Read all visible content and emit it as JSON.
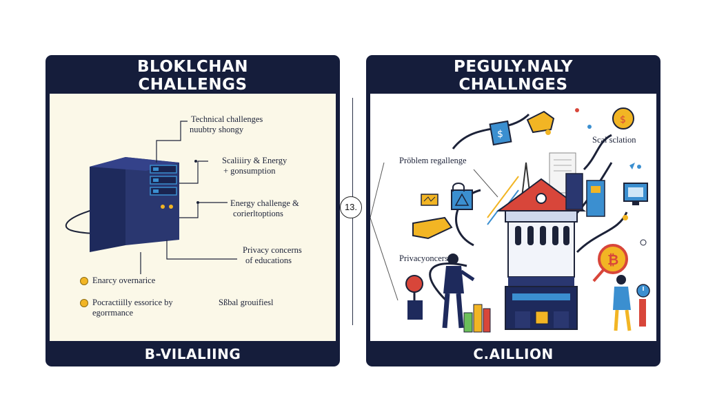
{
  "left_panel": {
    "title_line1": "BLOKLCHAN",
    "title_line2": "CHALLENGS",
    "footer": "B-VILALIING",
    "labels": {
      "technical_1": "Technical challenges",
      "technical_2": "nuubtry shongy",
      "scalability_1": "Scaliiiry & Energy",
      "scalability_2": "+ gonsumption",
      "energy_1": "Energy challenge &",
      "energy_2": "corierltoptions",
      "privacy_1": "Privacy concerns",
      "privacy_2": "of educations",
      "enarcy": "Enarcy overnarice",
      "pocractilly_1": "Pocractiilly essorice by",
      "pocractilly_2": "egorrmance",
      "sbal": "Sßbal grouifiesl"
    }
  },
  "right_panel": {
    "title_line1": "PEGULY.NALY",
    "title_line2": "CHALLNGES",
    "footer": "C.AILLION",
    "labels": {
      "problem": "Pröblem regallenge",
      "privacy": "Privacyoncers",
      "scal": "Scal sclation"
    }
  },
  "step_badge": "13.",
  "icons": [
    "server-icon",
    "dollar-tag-icon",
    "hand-icon",
    "coin-icon",
    "lightbulb-icon",
    "warning-sign-icon",
    "padlock-icon",
    "pointing-hand-icon",
    "bank-building-icon",
    "bitcoin-icon",
    "monitor-icon",
    "person-icon",
    "spotlight-icon",
    "clock-icon"
  ],
  "colors": {
    "panel_dark": "#151d3b",
    "left_bg": "#fbf8e8",
    "accent_yellow": "#f2b524",
    "accent_red": "#d8463a",
    "accent_blue": "#3b8fd0"
  }
}
